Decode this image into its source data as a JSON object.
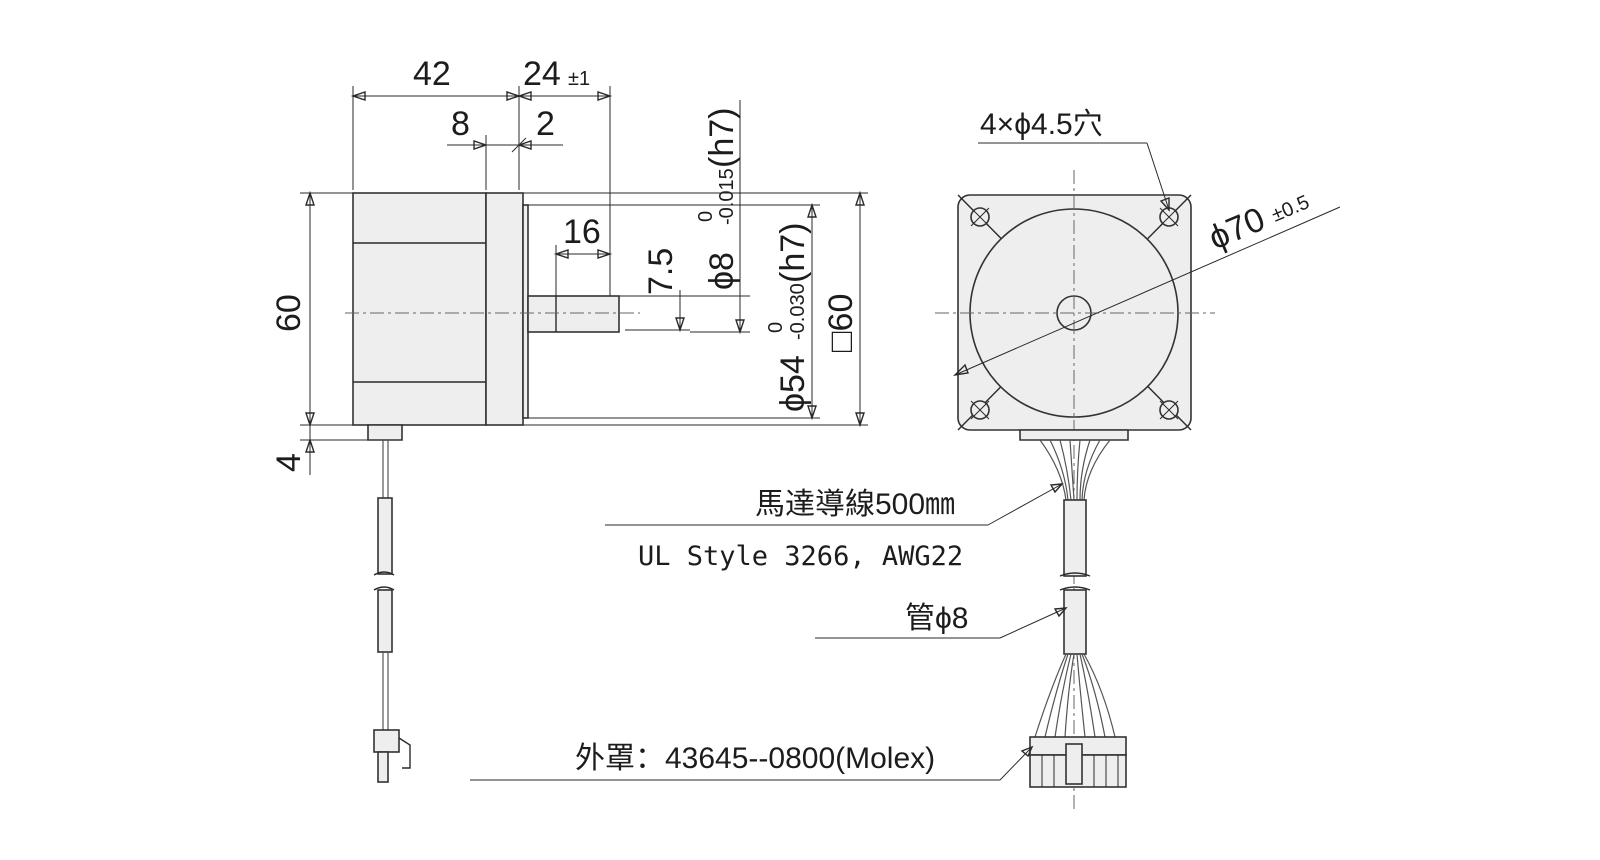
{
  "dimensions": {
    "body_length": "42",
    "shaft_length": "24",
    "shaft_length_tol": "±1",
    "flange_thickness": "8",
    "shaft_offset": "2",
    "flat_length": "16",
    "flat_depth": "7.5",
    "shaft_dia": "ϕ8",
    "shaft_dia_tol_upper": "0",
    "shaft_dia_tol_lower": "-0.015",
    "shaft_dia_fit": "(h7)",
    "pilot_dia": "ϕ54",
    "pilot_dia_tol_upper": "0",
    "pilot_dia_tol_lower": "-0.030",
    "pilot_dia_fit": "(h7)",
    "square_size": "□60",
    "height": "60",
    "lead_offset": "4",
    "mount_holes": "4×ϕ4.5穴",
    "bolt_circle": "ϕ70",
    "bolt_circle_tol": "±0.5"
  },
  "labels": {
    "motor_lead": "馬達導線500㎜",
    "lead_spec": "UL Style 3266, AWG22",
    "tube": "管ϕ8",
    "connector": "外罩：43645--0800(Molex)"
  }
}
